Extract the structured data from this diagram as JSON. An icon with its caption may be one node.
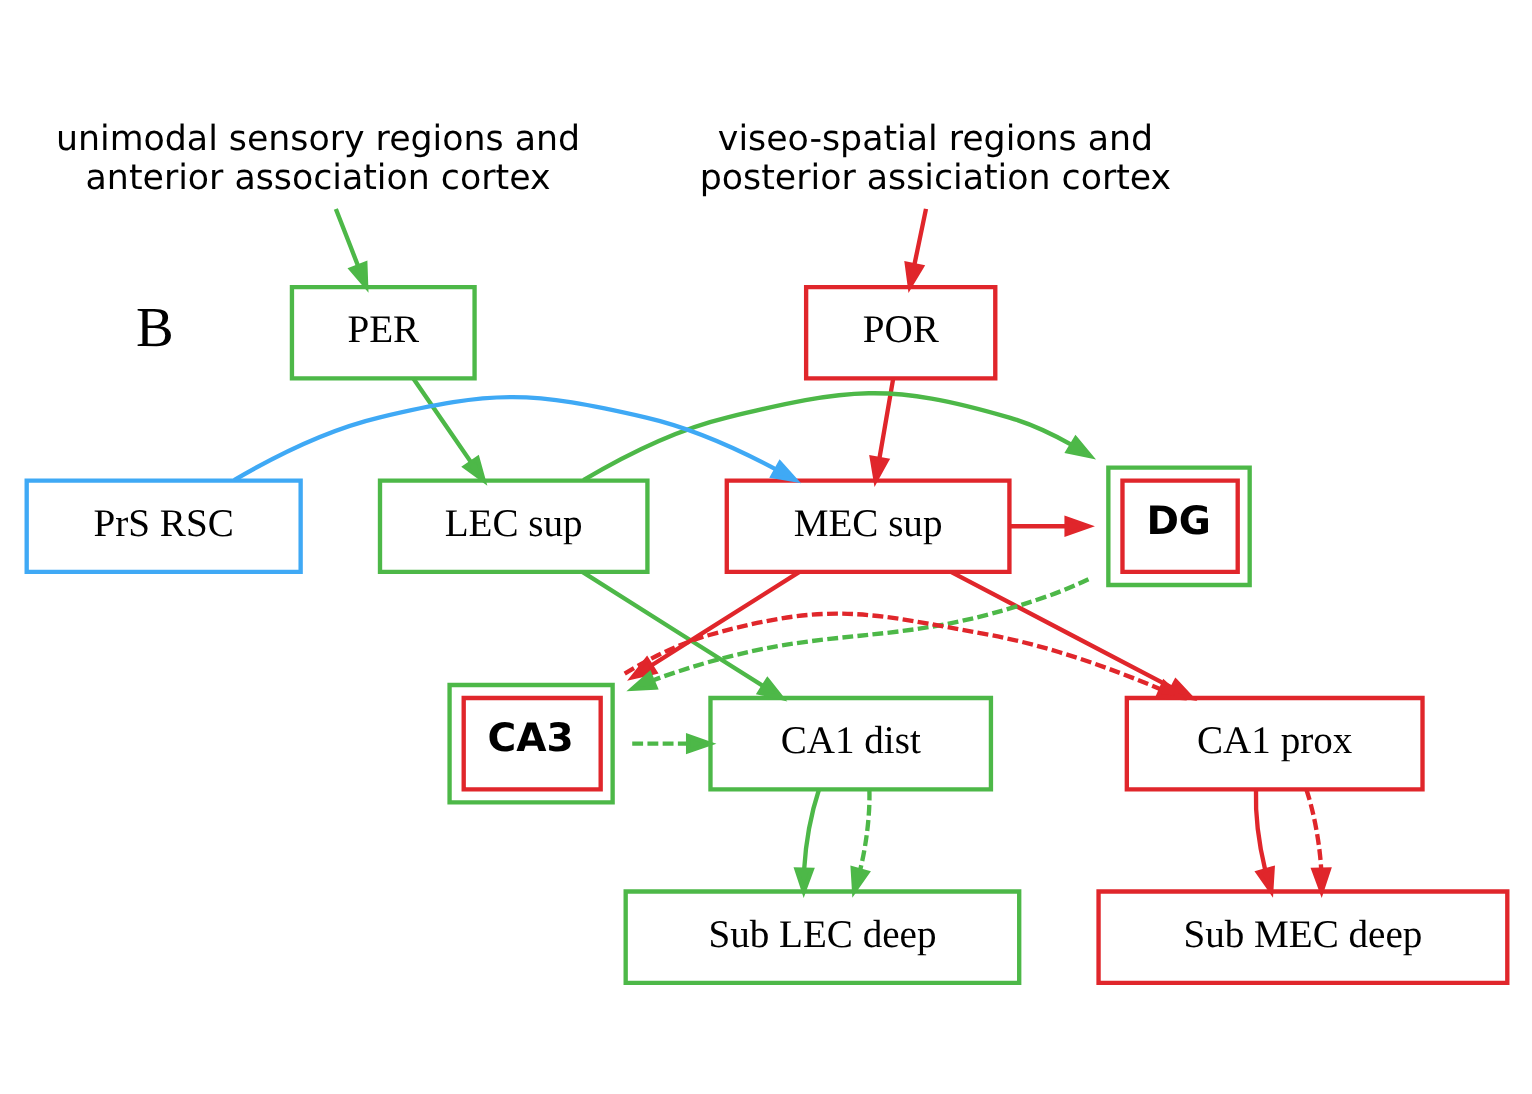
{
  "diagram": {
    "nodes": [
      {
        "text": [
          "unimodal sensory regions and anterior association cortex"
        ]
      },
      {
        "text": [
          "viseo-spatial regions and posterior assiciation cortex"
        ]
      },
      {
        "text": [
          "PER"
        ]
      },
      {
        "text": [
          "POR"
        ]
      },
      {
        "text": [
          "LEC sup"
        ]
      },
      {
        "text": [
          "MEC sup"
        ]
      },
      {
        "text": [
          "PrS RSC"
        ]
      },
      {
        "text": [
          "DG"
        ]
      },
      {
        "text": [
          "CA3"
        ]
      },
      {
        "text": [
          "CA1 dist"
        ]
      },
      {
        "text": [
          "CA1 prox"
        ]
      },
      {
        "text": [
          "Sub LEC deep"
        ]
      },
      {
        "text": [
          "Sub MEC deep"
        ]
      }
    ],
    "edges": [
      {
        "from": 0,
        "to": 2,
        "arrow": "to",
        "color": "#4db848"
      },
      {
        "from": 1,
        "to": 3,
        "arrow": "to",
        "color": "#e0262b"
      },
      {
        "from": 2,
        "to": 4,
        "arrow": "to",
        "color": "#4db848"
      },
      {
        "from": 3,
        "to": 5,
        "arrow": "to",
        "color": "#e0262b"
      },
      {
        "from": 6,
        "to": 5,
        "arrow": "to",
        "color": "#3fa9f5"
      },
      {
        "from": 4,
        "to": 7,
        "arrow": "to",
        "color": "#4db848"
      },
      {
        "from": 5,
        "to": 7,
        "arrow": "to",
        "color": "#e0262b"
      },
      {
        "from": 5,
        "to": 8,
        "arrow": "to",
        "color": "#e0262b"
      },
      {
        "from": 4,
        "to": 9,
        "arrow": "to",
        "color": "#4db848"
      },
      {
        "from": 5,
        "to": 10,
        "arrow": "to",
        "color": "#e0262b"
      },
      {
        "from": 7,
        "to": 8,
        "arrow": "to",
        "style": "dashed",
        "color": "#4db848"
      },
      {
        "from": 8,
        "to": 9,
        "arrow": "to",
        "style": "dashed",
        "color": "#4db848"
      },
      {
        "from": 8,
        "to": 10,
        "arrow": "to",
        "style": "dashed",
        "color": "#e0262b"
      },
      {
        "from": 9,
        "to": 11,
        "arrow": "to",
        "color": "#4db848"
      },
      {
        "from": 9,
        "to": 11,
        "arrow": "to",
        "style": "dashed",
        "color": "#4db848"
      },
      {
        "from": 10,
        "to": 12,
        "arrow": "to",
        "color": "#e0262b"
      },
      {
        "from": 10,
        "to": 12,
        "arrow": "to",
        "style": "dashed",
        "color": "#e0262b"
      }
    ],
    "labels": [
      "B"
    ]
  }
}
